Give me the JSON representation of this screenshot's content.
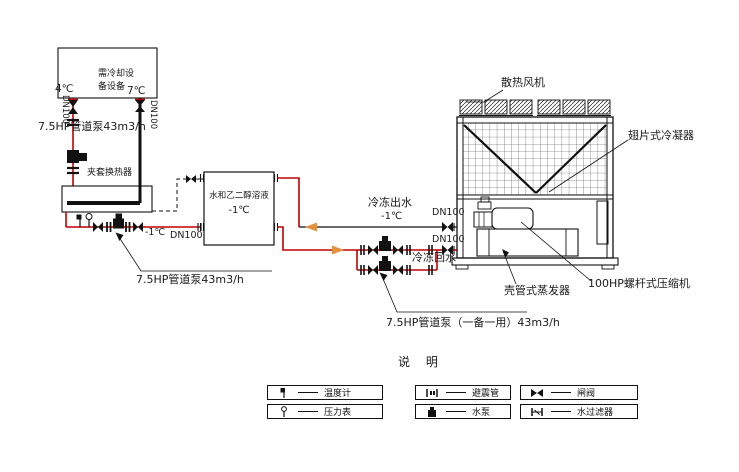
{
  "colors": {
    "pipe_red": "#c00000",
    "arrow_orange": "#e2913e",
    "line_black": "#111111"
  },
  "cooling_load_box": {
    "name_line1": "需冷却设",
    "name_line2": "备设备",
    "left_temp": "4℃",
    "right_temp": "7℃",
    "left_dn": "DN100",
    "right_dn": "DN100"
  },
  "top_pump_label": "7.5HP管道泵43m3/h",
  "heat_exchanger_label": "夹套换热器",
  "glycol_tank": {
    "solution": "水和乙二醇溶液",
    "temp": "-1℃"
  },
  "hx_outlet": {
    "temp": "-1℃",
    "dn": "DN100"
  },
  "left_pump_label": "7.5HP管道泵43m3/h",
  "chilled_supply": {
    "line1": "冷冻出水",
    "line2": "-1℃",
    "dn": "DN100"
  },
  "chilled_return": {
    "label": "冷冻回水",
    "dn": "DN100"
  },
  "dual_pump_label": "7.5HP管道泵（一备一用）43m3/h",
  "chiller": {
    "fan_label": "散热风机",
    "condenser_label": "翅片式冷凝器",
    "evaporator_label": "壳管式蒸发器",
    "compressor_label": "100HP螺杆式压缩机"
  },
  "legend": {
    "title": "说  明",
    "items": [
      {
        "label": "温度计"
      },
      {
        "label": "压力表"
      },
      {
        "label": "避震管"
      },
      {
        "label": "水泵"
      },
      {
        "label": "闸阀"
      },
      {
        "label": "水过滤器"
      }
    ]
  }
}
